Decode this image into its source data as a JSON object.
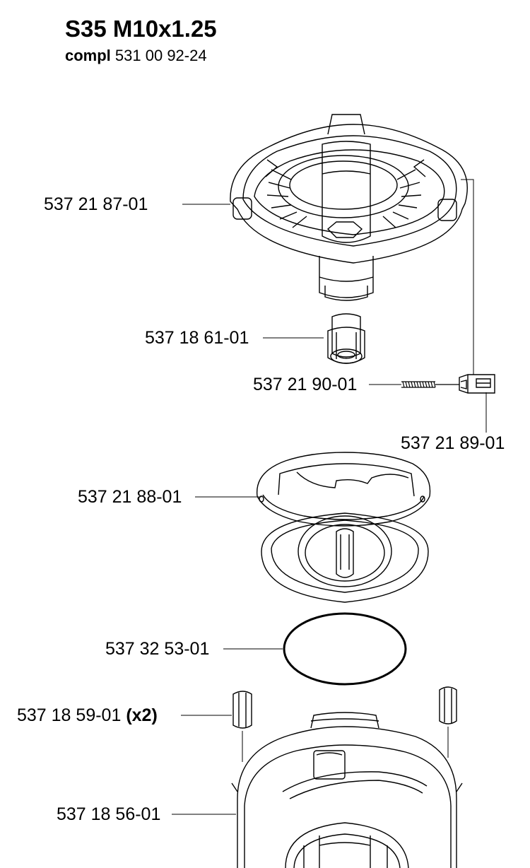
{
  "header": {
    "title": "S35 M10x1.25",
    "subtitle_bold": "compl",
    "subtitle_number": "531 00 92-24"
  },
  "parts": [
    {
      "number": "537 21 87-01",
      "qty": ""
    },
    {
      "number": "537 18 61-01",
      "qty": ""
    },
    {
      "number": "537 21 90-01",
      "qty": ""
    },
    {
      "number": "537 21 89-01",
      "qty": ""
    },
    {
      "number": "537 21 88-01",
      "qty": ""
    },
    {
      "number": "537 32 53-01",
      "qty": ""
    },
    {
      "number": "537 18 59-01",
      "qty": "(x2)"
    },
    {
      "number": "537 18 56-01",
      "qty": ""
    }
  ]
}
